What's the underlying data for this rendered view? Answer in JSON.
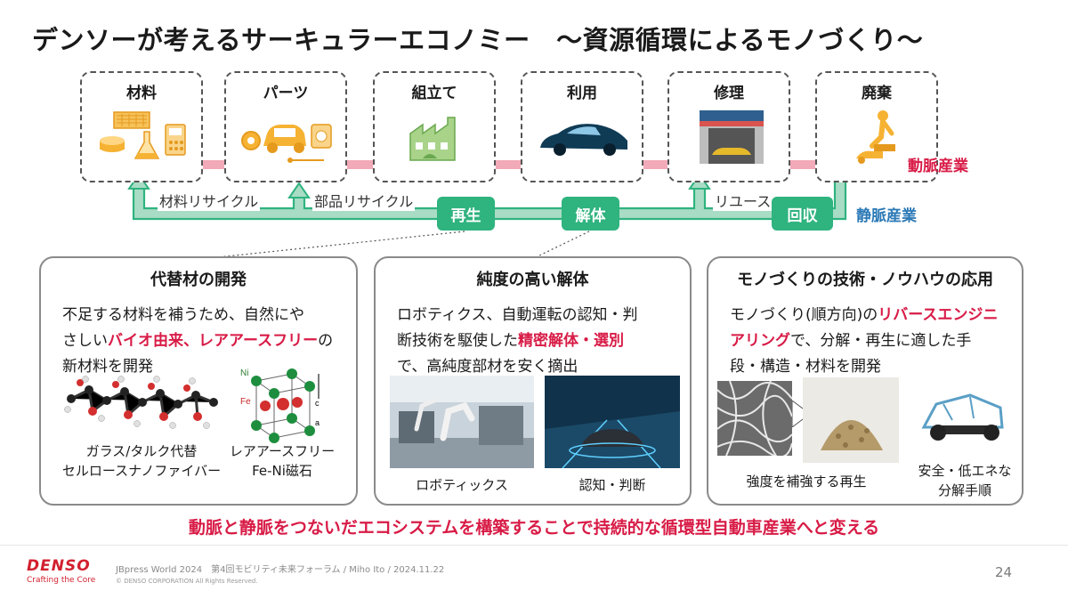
{
  "title": "デンソーが考えるサーキュラーエコノミー　～資源循環によるモノづくり～",
  "stages": [
    {
      "label": "材料",
      "icon": "materials-icon"
    },
    {
      "label": "パーツ",
      "icon": "parts-icon"
    },
    {
      "label": "組立て",
      "icon": "factory-icon"
    },
    {
      "label": "利用",
      "icon": "car-icon"
    },
    {
      "label": "修理",
      "icon": "repair-shop-icon"
    },
    {
      "label": "廃棄",
      "icon": "disposal-icon"
    }
  ],
  "flow": {
    "arterial_label": "動脈産業",
    "venous_label": "静脈産業",
    "material_recycle": "材料リサイクル",
    "parts_recycle": "部品リサイクル",
    "reuse": "リユース",
    "regenerate": "再生",
    "dismantle": "解体",
    "collect": "回収"
  },
  "panels": [
    {
      "title": "代替材の開発",
      "text_1": "不足する材料を補うため、自然にや",
      "text_2a": "さしい",
      "text_2b": "バイオ由来、レアアースフリー",
      "text_2c": "の",
      "text_3": "新材料を開発",
      "caption_1a": "ガラス/タルク代替",
      "caption_1b": "セルロースナノファイバー",
      "caption_2a": "レアアースフリー",
      "caption_2b": "Fe-Ni磁石",
      "ni_label": "Ni",
      "fe_label": "Fe",
      "axis_c": "c",
      "axis_a": "a"
    },
    {
      "title": "純度の高い解体",
      "text_1": "ロボティクス、自動運転の認知・判",
      "text_2a": "断技術を駆使した",
      "text_2b": "精密解体・選別",
      "text_3": "で、高純度部材を安く摘出",
      "caption_1": "ロボティックス",
      "caption_2": "認知・判断"
    },
    {
      "title": "モノづくりの技術・ノウハウの応用",
      "text_1a": "モノづくり(順方向)の",
      "text_1b": "リバースエンジニ",
      "text_2a": "アリング",
      "text_2b": "で、分解・再生に適した手",
      "text_3": "段・構造・材料を開発",
      "caption_1": "強度を補強する再生",
      "caption_2a": "安全・低エネな",
      "caption_2b": "分解手順"
    }
  ],
  "bottom_message": "動脈と静脈をつないだエコシステムを構築することで持続的な循環型自動車産業へと変える",
  "footer": {
    "logo": "DENSO",
    "tagline": "Crafting the Core",
    "event": "JBpress World 2024　第4回モビリティ未来フォーラム / Miho Ito / 2024.11.22",
    "copyright": "© DENSO CORPORATION All Rights Reserved.",
    "page": "24"
  },
  "colors": {
    "accent_red": "#d81b46",
    "green": "#2fb37f",
    "pink_arrow": "#f2a9b8",
    "blue": "#2b79b6"
  }
}
